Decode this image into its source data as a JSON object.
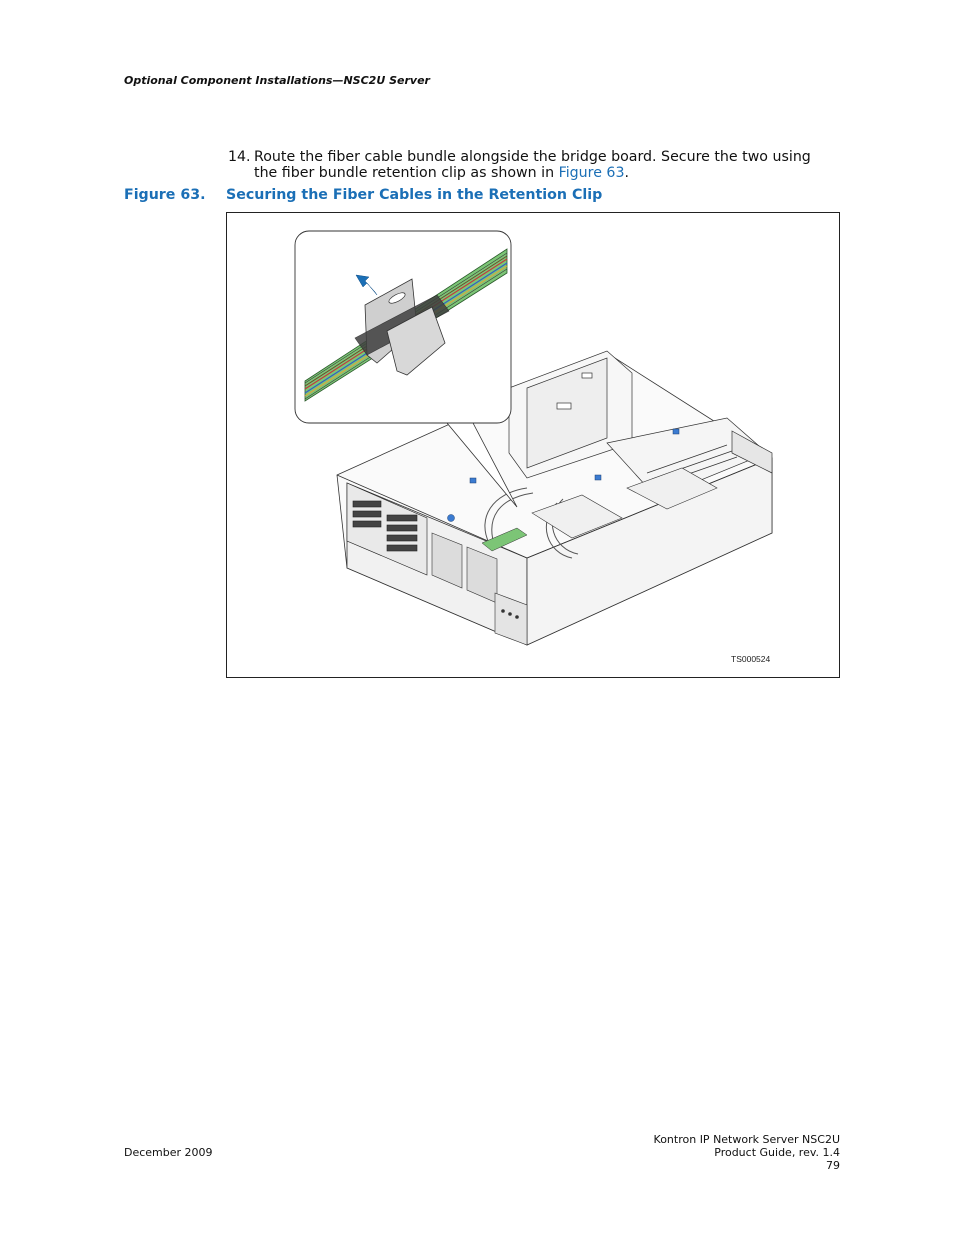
{
  "header": {
    "section_title": "Optional Component Installations—NSC2U Server"
  },
  "step": {
    "number": "14.",
    "text_before": "Route the fiber cable bundle alongside the bridge board. Secure the two using the fiber bundle retention clip as shown in ",
    "link_text": "Figure 63",
    "text_after": "."
  },
  "figure": {
    "label": "Figure 63.",
    "title": "Securing the Fiber Cables in the Retention Clip",
    "image_id": "TS000524"
  },
  "footer": {
    "date": "December 2009",
    "product": "Kontron IP Network Server NSC2U",
    "guide": "Product Guide, rev. 1.4",
    "page_number": "79"
  },
  "colors": {
    "accent": "#1b6fb6",
    "cable_green": "#7cc576"
  }
}
